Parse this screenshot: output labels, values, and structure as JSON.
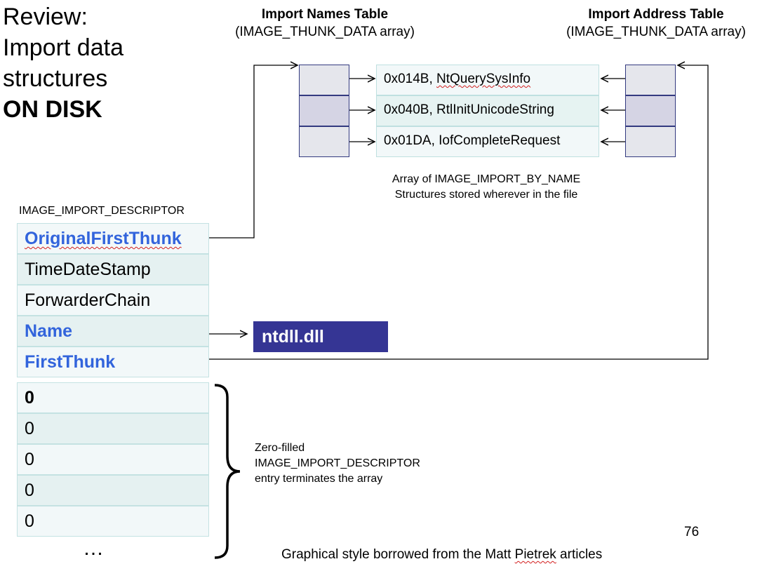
{
  "title": {
    "line1": "Review:",
    "line2": "Import data",
    "line3": "structures",
    "line4": "ON DISK"
  },
  "import_names_table": {
    "heading": "Import Names Table",
    "subheading": "(IMAGE_THUNK_DATA array)"
  },
  "import_address_table": {
    "heading": "Import Address Table",
    "subheading": "(IMAGE_THUNK_DATA array)"
  },
  "import_by_name": {
    "entries": [
      {
        "hint": "0x014B,",
        "name": "NtQuerySysInfo"
      },
      {
        "hint": "0x040B,",
        "name": "RtlInitUnicodeString"
      },
      {
        "hint": "0x01DA,",
        "name": "IofCompleteRequest"
      }
    ],
    "caption_line1": "Array of IMAGE_IMPORT_BY_NAME",
    "caption_line2": "Structures stored wherever in the file"
  },
  "descriptor": {
    "label": "IMAGE_IMPORT_DESCRIPTOR",
    "fields": [
      "OriginalFirstThunk",
      "TimeDateStamp",
      "ForwarderChain",
      "Name",
      "FirstThunk"
    ]
  },
  "dll_name": "ntdll.dll",
  "zero_entry": {
    "values": [
      "0",
      "0",
      "0",
      "0",
      "0"
    ],
    "ellipsis": "…",
    "note_line1": "Zero-filled",
    "note_line2": "IMAGE_IMPORT_DESCRIPTOR",
    "note_line3": "entry terminates the array"
  },
  "footer": {
    "credit": "Graphical style borrowed from the Matt Pietrek articles",
    "credit_pre": "Graphical style borrowed from the Matt ",
    "credit_name": "Pietrek",
    "credit_post": " articles",
    "page_number": "76"
  },
  "colors": {
    "field_blue": "#3264dc",
    "dll_bg": "#353594",
    "thunk_border": "#333a80"
  }
}
